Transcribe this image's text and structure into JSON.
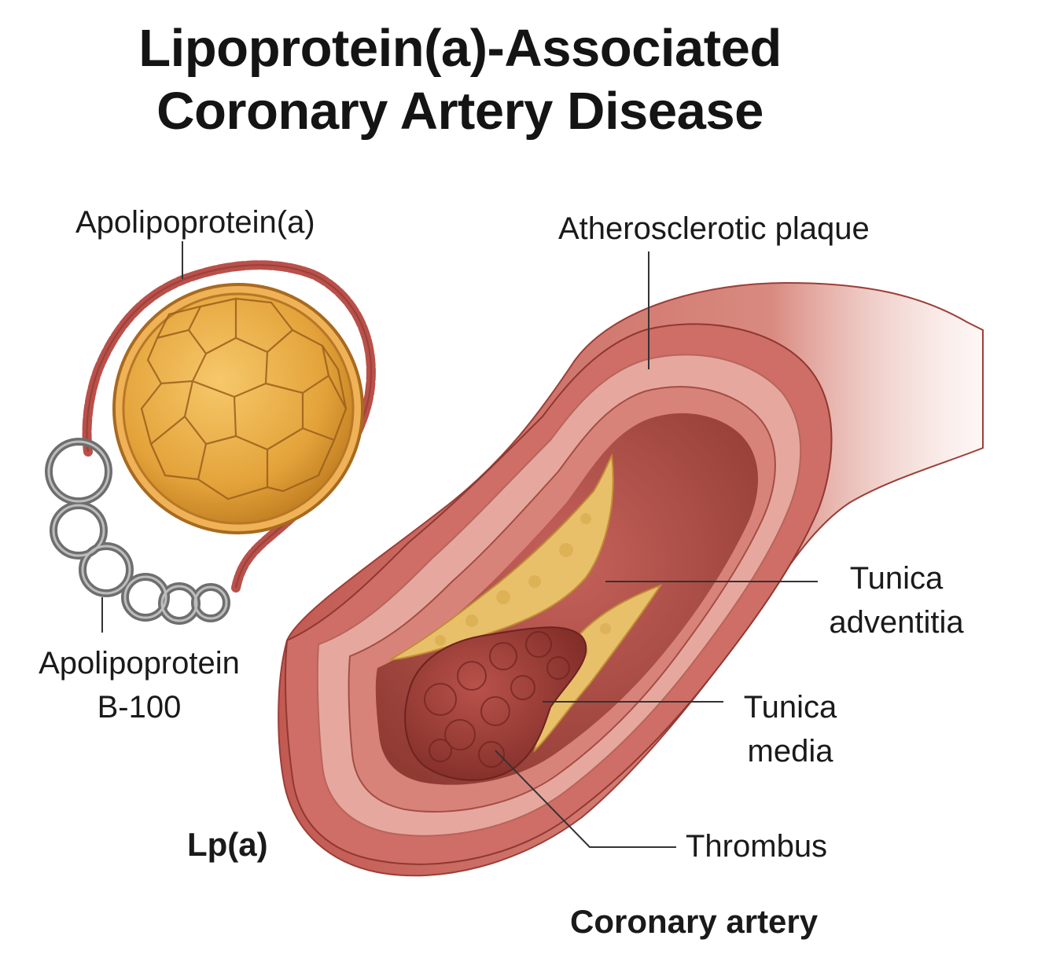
{
  "title": {
    "line1": "Lipoprotein(a)-Associated",
    "line2": "Coronary Artery Disease"
  },
  "labels": {
    "apolipoprotein_a": "Apolipoprotein(a)",
    "apob100_line1": "Apolipoprotein",
    "apob100_line2": "B-100",
    "lpa": "Lp(a)",
    "atherosclerotic_plaque": "Atherosclerotic plaque",
    "tunica_adventitia_line1": "Tunica",
    "tunica_adventitia_line2": "adventitia",
    "tunica_media_line1": "Tunica",
    "tunica_media_line2": "media",
    "thrombus": "Thrombus",
    "coronary_artery": "Coronary artery"
  },
  "colors": {
    "artery_outer": "#c9645c",
    "artery_layer": "#e3a39a",
    "lumen": "#a8463f",
    "plaque": "#e3b860",
    "thrombus": "#9a3a34",
    "lipid_core": "#e4a93e",
    "apo_a_chain": "#b9504a",
    "apo_b_rings": "#7a7a7a"
  }
}
